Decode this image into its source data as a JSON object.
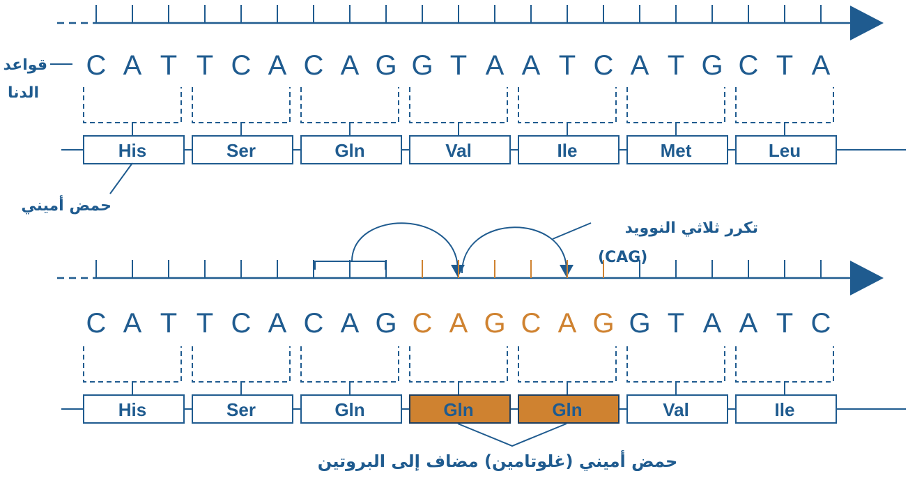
{
  "colors": {
    "main": "#1f5b8f",
    "highlight": "#cf8230",
    "box_fill": "#ffffff",
    "background": "#ffffff"
  },
  "labels": {
    "dna_bases": [
      "قواعد",
      "الدنا"
    ],
    "amino_acid": "حمض أميني",
    "trinucleotide_repeat": "تكرر ثلاثي النوويد",
    "repeat_code": "(CAG)",
    "added_glutamine": "حمض أميني (غلوتامين) مضاف إلى البروتين"
  },
  "top_strand": {
    "bases": [
      "C",
      "A",
      "T",
      "T",
      "C",
      "A",
      "C",
      "A",
      "G",
      "G",
      "T",
      "A",
      "A",
      "T",
      "C",
      "A",
      "T",
      "G",
      "C",
      "T",
      "A"
    ],
    "amino_acids": [
      "His",
      "Ser",
      "Gln",
      "Val",
      "Ile",
      "Met",
      "Leu"
    ],
    "highlighted_codons": []
  },
  "bottom_strand": {
    "bases": [
      "C",
      "A",
      "T",
      "T",
      "C",
      "A",
      "C",
      "A",
      "G",
      "C",
      "A",
      "G",
      "C",
      "A",
      "G",
      "G",
      "T",
      "A",
      "A",
      "T",
      "C"
    ],
    "amino_acids": [
      "His",
      "Ser",
      "Gln",
      "Gln",
      "Gln",
      "Val",
      "Ile"
    ],
    "highlighted_codons": [
      3,
      4
    ]
  }
}
